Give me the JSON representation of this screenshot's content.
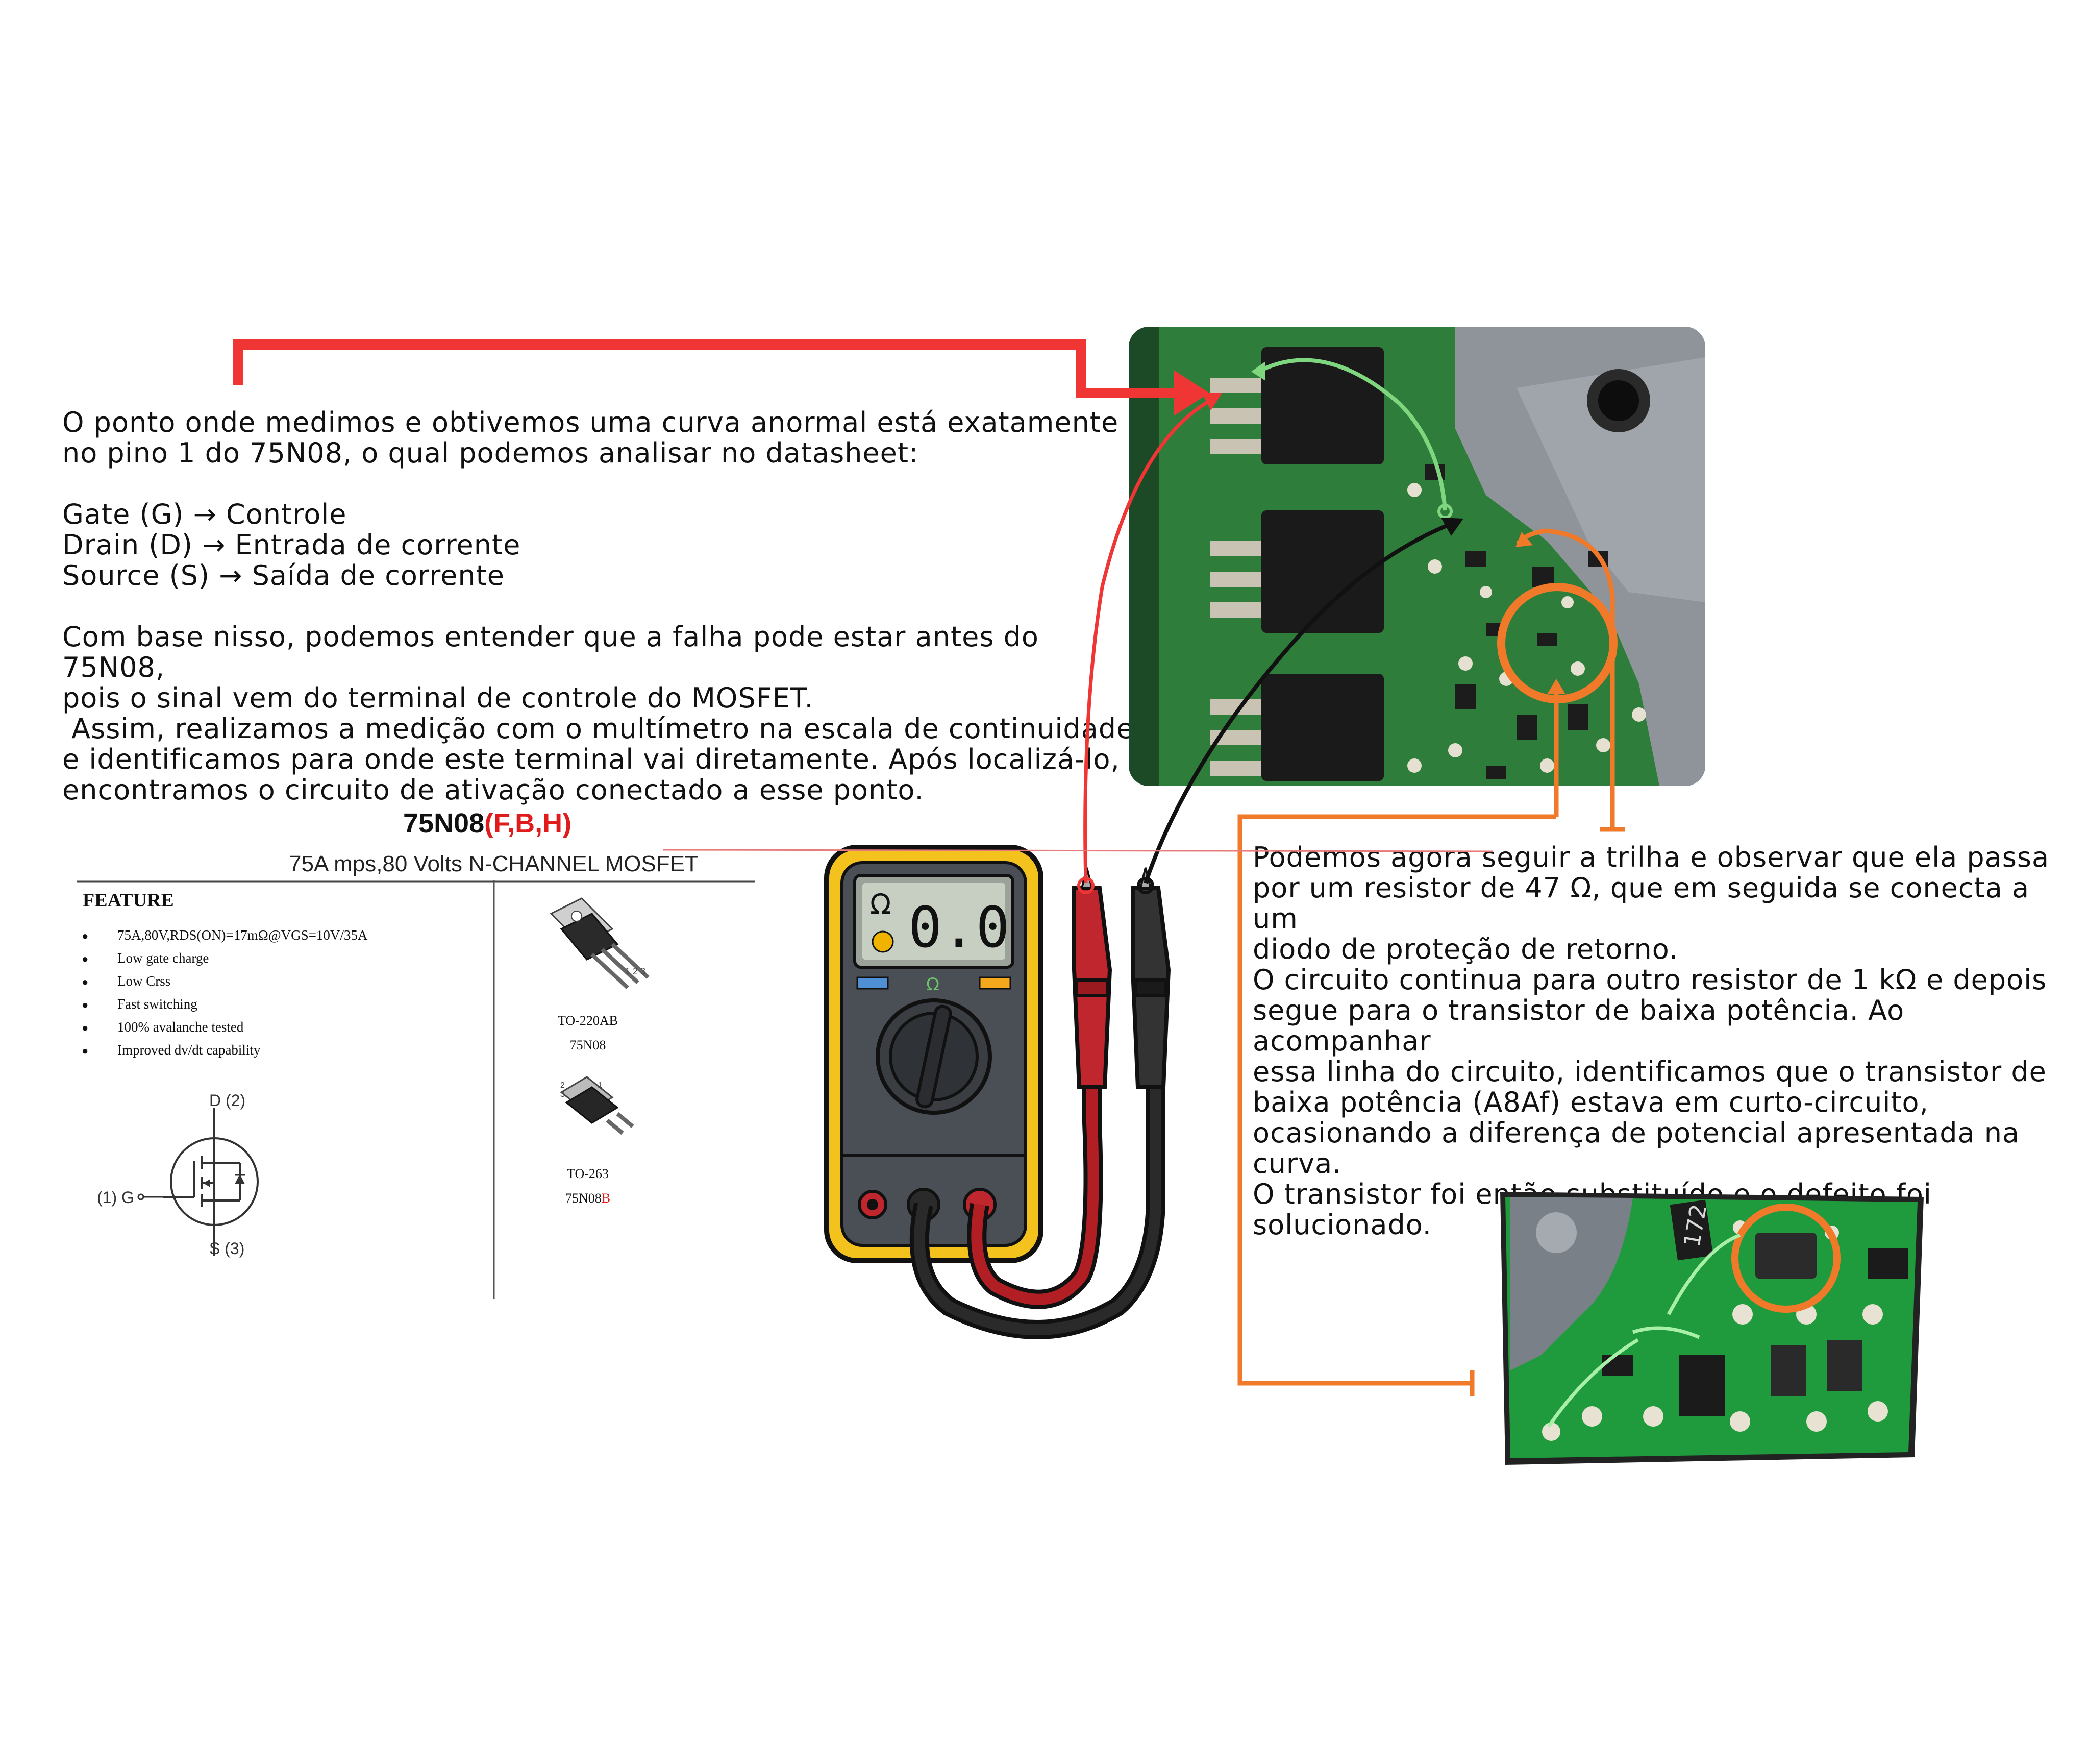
{
  "left_paragraph": {
    "lines": [
      "O ponto onde medimos e obtivemos uma curva anormal está exatamente",
      "no pino 1 do 75N08, o qual podemos analisar no datasheet:",
      "",
      "Gate (G) → Controle",
      "Drain (D) → Entrada de corrente",
      "Source (S) → Saída de corrente",
      "",
      "Com base nisso, podemos entender que a falha pode estar antes do 75N08,",
      "pois o sinal vem do terminal de controle do MOSFET.",
      " Assim, realizamos a medição com o multímetro na escala de continuidade",
      "e identificamos para onde este terminal vai diretamente. Após localizá-lo,",
      "encontramos o circuito de ativação conectado a esse ponto."
    ]
  },
  "right_paragraph": {
    "lines": [
      "Podemos agora seguir a trilha e observar que ela passa",
      "por um resistor de 47 Ω, que em seguida se conecta a um",
      "diodo de proteção de retorno.",
      "O circuito continua para outro resistor de 1 kΩ e depois",
      "segue para o transistor de baixa potência. Ao acompanhar",
      "essa linha do circuito, identificamos que o transistor de",
      "baixa potência (A8Af) estava em curto-circuito,",
      "ocasionando a diferença de potencial apresentada na",
      "curva.",
      "O transistor foi então substituído e o defeito foi",
      "solucionado."
    ]
  },
  "datasheet": {
    "part": "75N08",
    "part_suffix": "(F,B,H)",
    "subtitle": "75A mps,80 Volts N-CHANNEL MOSFET",
    "feature_heading": "FEATURE",
    "features": [
      "75A,80V,RDS(ON)=17mΩ@VGS=10V/35A",
      "Low gate charge",
      "Low Crss",
      "Fast switching",
      "100% avalanche tested",
      "Improved dv/dt capability"
    ],
    "pin_drain": "D (2)",
    "pin_gate": "(1) G",
    "pin_source": "S (3)",
    "package_1_name": "TO-220AB",
    "package_1_part": "75N08",
    "package_2_name": "TO-263",
    "package_2_part": "75N08",
    "package_2_suffix": "B",
    "pin_numbers_1": "1 2 3",
    "pin_numbers_2": "2 1 3"
  },
  "multimeter": {
    "display_value": "0.0",
    "unit_symbol": "Ω",
    "dial_symbol": "Ω"
  },
  "photo_labels": {
    "component_marking": "172"
  },
  "colors": {
    "red_arrow": "#f03535",
    "orange_arrow": "#f07a2a",
    "green_arrow": "#7ed67e",
    "black_arrow": "#111111",
    "pcb_green": "#2f7d3a",
    "meter_yellow": "#f4c21c"
  }
}
